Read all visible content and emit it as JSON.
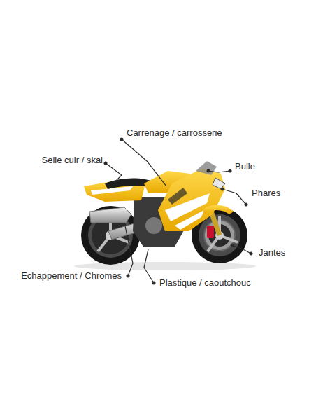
{
  "diagram": {
    "labels": [
      "Carrenage / carrosserie",
      "Selle cuir / skai",
      "Bulle",
      "Phares",
      "Jantes",
      "Echappement / Chromes",
      "Plastique / caoutchouc"
    ]
  }
}
